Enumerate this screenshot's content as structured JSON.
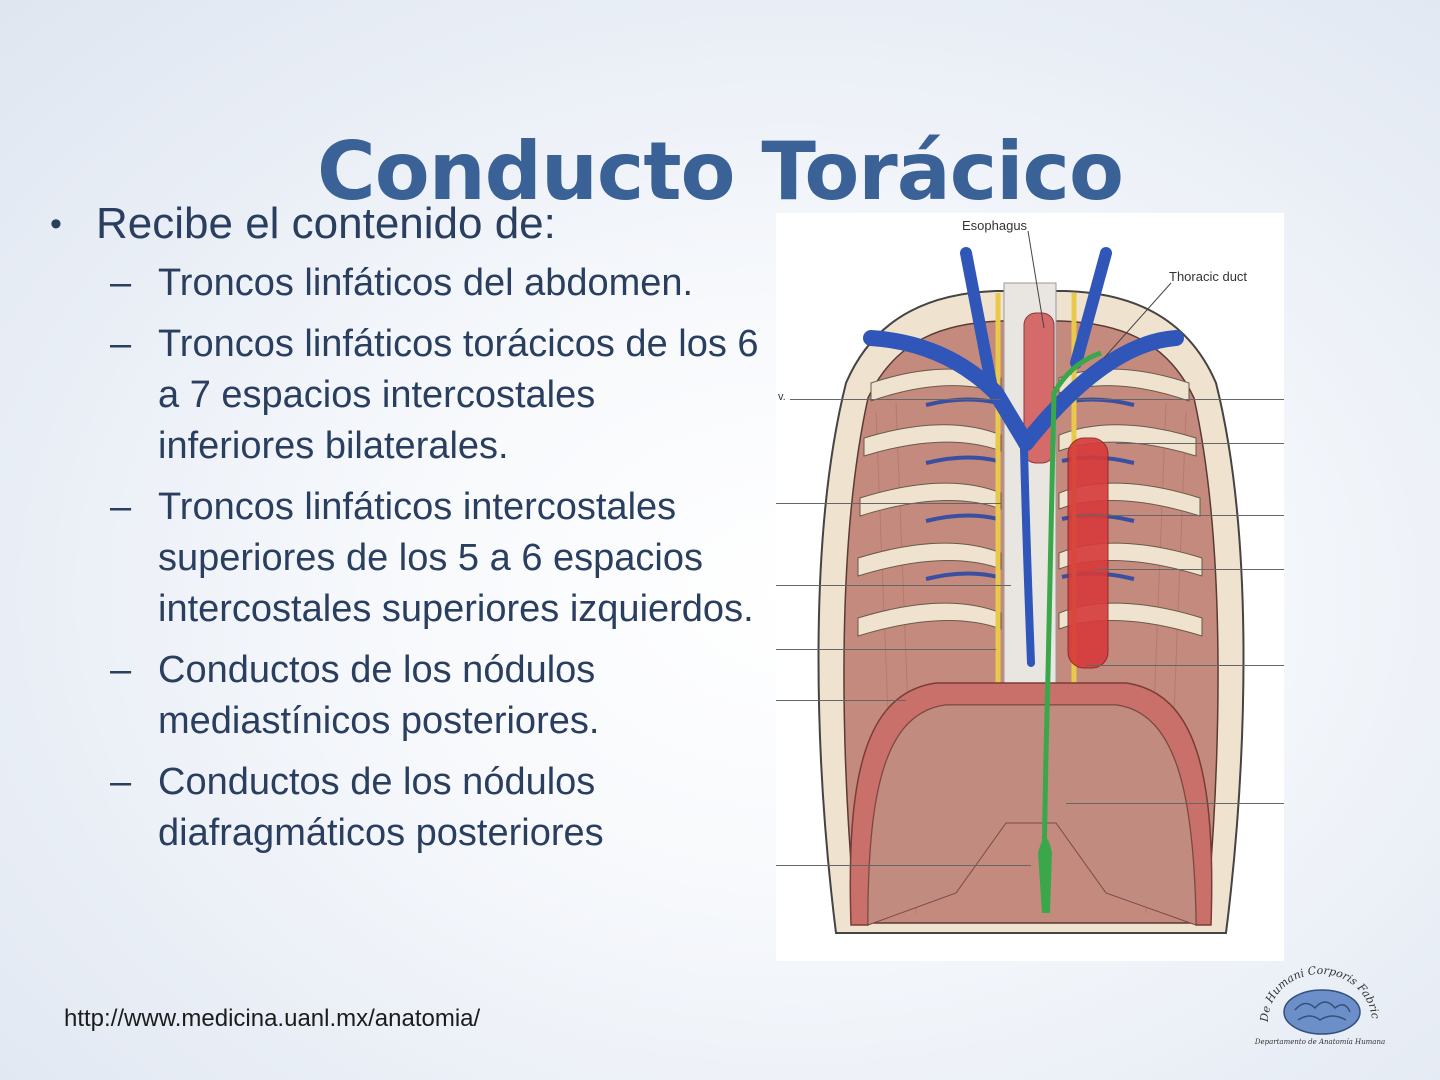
{
  "slide": {
    "title": "Conducto Torácico",
    "bullets": [
      {
        "text": "Recibe el contenido de:",
        "marker": "•",
        "children": [
          {
            "marker": "–",
            "text": "Troncos linfáticos del abdomen."
          },
          {
            "marker": "–",
            "text": "Troncos linfáticos torácicos de los 6 a 7 espacios intercostales inferiores bilaterales."
          },
          {
            "marker": "–",
            "text": "Troncos linfáticos intercostales superiores de los 5 a 6 espacios intercostales superiores izquierdos."
          },
          {
            "marker": "–",
            "text": "Conductos de los nódulos mediastínicos posteriores."
          },
          {
            "marker": "–",
            "text": "Conductos de los nódulos diafragmáticos posteriores"
          }
        ]
      }
    ],
    "source_url": "http://www.medicina.uanl.mx/anatomia/"
  },
  "figure": {
    "description": "Anatomical illustration of the posterior thoracic wall showing the thoracic duct",
    "labels": {
      "esophagus": "Esophagus",
      "thoracic_duct": "Thoracic duct",
      "left_fragment": "v."
    },
    "colors": {
      "vein": "#2f56b8",
      "artery": "#d63a3a",
      "thoracic_duct": "#3aa84a",
      "nerve": "#e9c94a",
      "muscle": "#c48a7e",
      "rib": "#efe3cf"
    }
  },
  "logo": {
    "arc_text": "De Humani Corporis Fabrica",
    "caption": "Departamento de Anatomía Humana"
  },
  "theme": {
    "title_color": "#3a6296",
    "text_color": "#2a3f5f"
  }
}
